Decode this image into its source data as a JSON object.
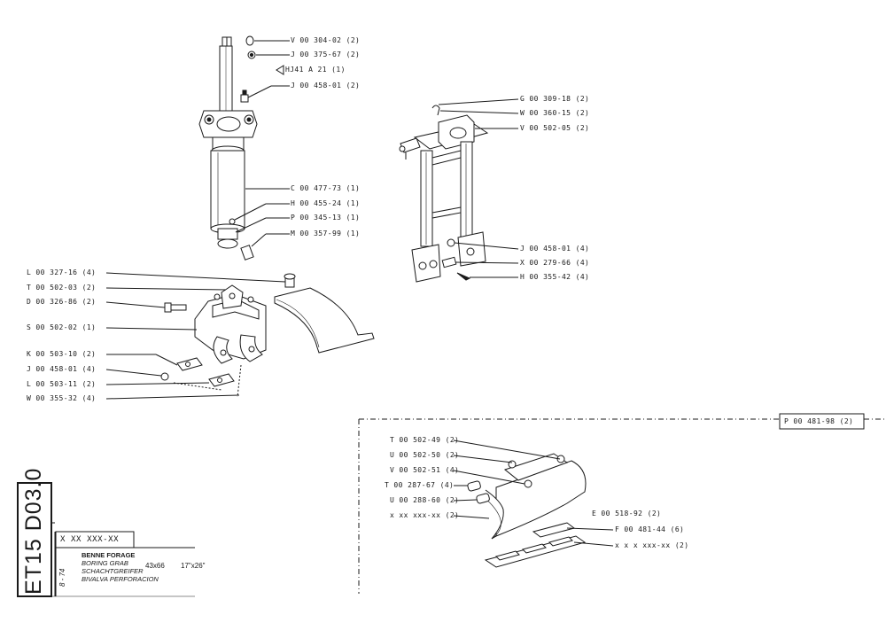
{
  "doc_code": "ET15 D03.0",
  "date": "8 - 74",
  "title_block": {
    "ref": "X XX XXX-XX",
    "titles": [
      "BENNE FORAGE",
      "BORING GRAB",
      "SCHACHTGREIFER",
      "BIVALVA PERFORACION"
    ],
    "size_metric": "43x66",
    "size_imperial": "17\"x26\""
  },
  "labels": {
    "cylinder": [
      "V 00 304-02  (2)",
      "J 00 375-67  (2)",
      "HJ41  A 21     (1)",
      "J 00 458-01  (2)",
      "C 00 477-73  (1)",
      "H 00 455-24  (1)",
      "P 00 345-13  (1)",
      "M 00 357-99  (1)"
    ],
    "frame": [
      "G 00 309-18  (2)",
      "W 00 360-15  (2)",
      "V 00 502-05  (2)",
      "J 00 458-01  (4)",
      "X 00 279-66  (4)",
      "H 00 355-42  (4)"
    ],
    "body": [
      "L 00 327-16  (4)",
      "T 00 502-03  (2)",
      "D 00 326-86  (2)",
      "S 00 502-02  (1)",
      "K 00 503-10  (2)",
      "J 00 458-01  (4)",
      "L 00 503-11  (2)",
      "W 00 355-32  (4)"
    ],
    "bucket": [
      "T 00 502-49  (2)",
      "U 00 502-50  (2)",
      "V 00 502-51  (4)",
      "T 00 287-67  (4)",
      "U 00 288-60  (2)",
      "x xx  xxx-xx  (2)",
      "E 00 518-92  (2)",
      "F 00 481-44  (6)",
      "x x x  xxx-xx  (2)"
    ],
    "bucket_box": "P 00 481-98  (2)"
  }
}
